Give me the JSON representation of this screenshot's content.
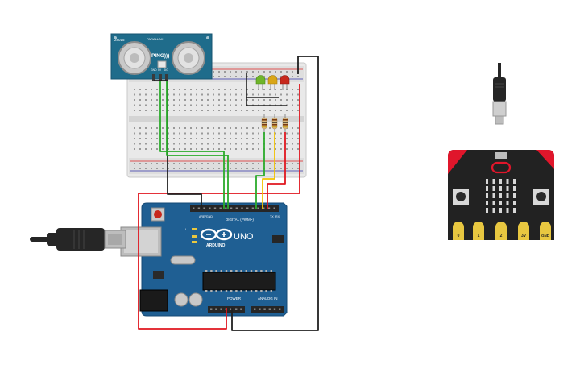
{
  "sensor": {
    "model": "PING)))",
    "brand_line": "PARALLAX",
    "part_no": "28015",
    "pins": [
      "GND",
      "5V",
      "SIG"
    ]
  },
  "arduino": {
    "brand": "ARDUINO",
    "model": "UNO",
    "digital_label": "DIGITAL (PWM~)",
    "power_label": "POWER",
    "analog_label": "ANALOG IN",
    "tx_label": "TX",
    "rx_label": "RX",
    "l_label": "L",
    "aref_label": "AREF",
    "gnd_label": "GND"
  },
  "microbit": {
    "pads": [
      "0",
      "1",
      "2",
      "3V",
      "GND"
    ]
  },
  "colors": {
    "wire_red": "#e0161f",
    "wire_black": "#202020",
    "wire_green": "#2bab2b",
    "wire_yellow": "#f2c200",
    "arduino_board": "#1f5f93",
    "sensor_board": "#1f6c8b",
    "breadboard": "#e9e9e9",
    "microbit_board": "#222222",
    "microbit_accent": "#e0162b",
    "microbit_pad": "#e8c740",
    "led_green": "#6fb52a",
    "led_yellow": "#d9a617",
    "led_red": "#c7281c"
  }
}
